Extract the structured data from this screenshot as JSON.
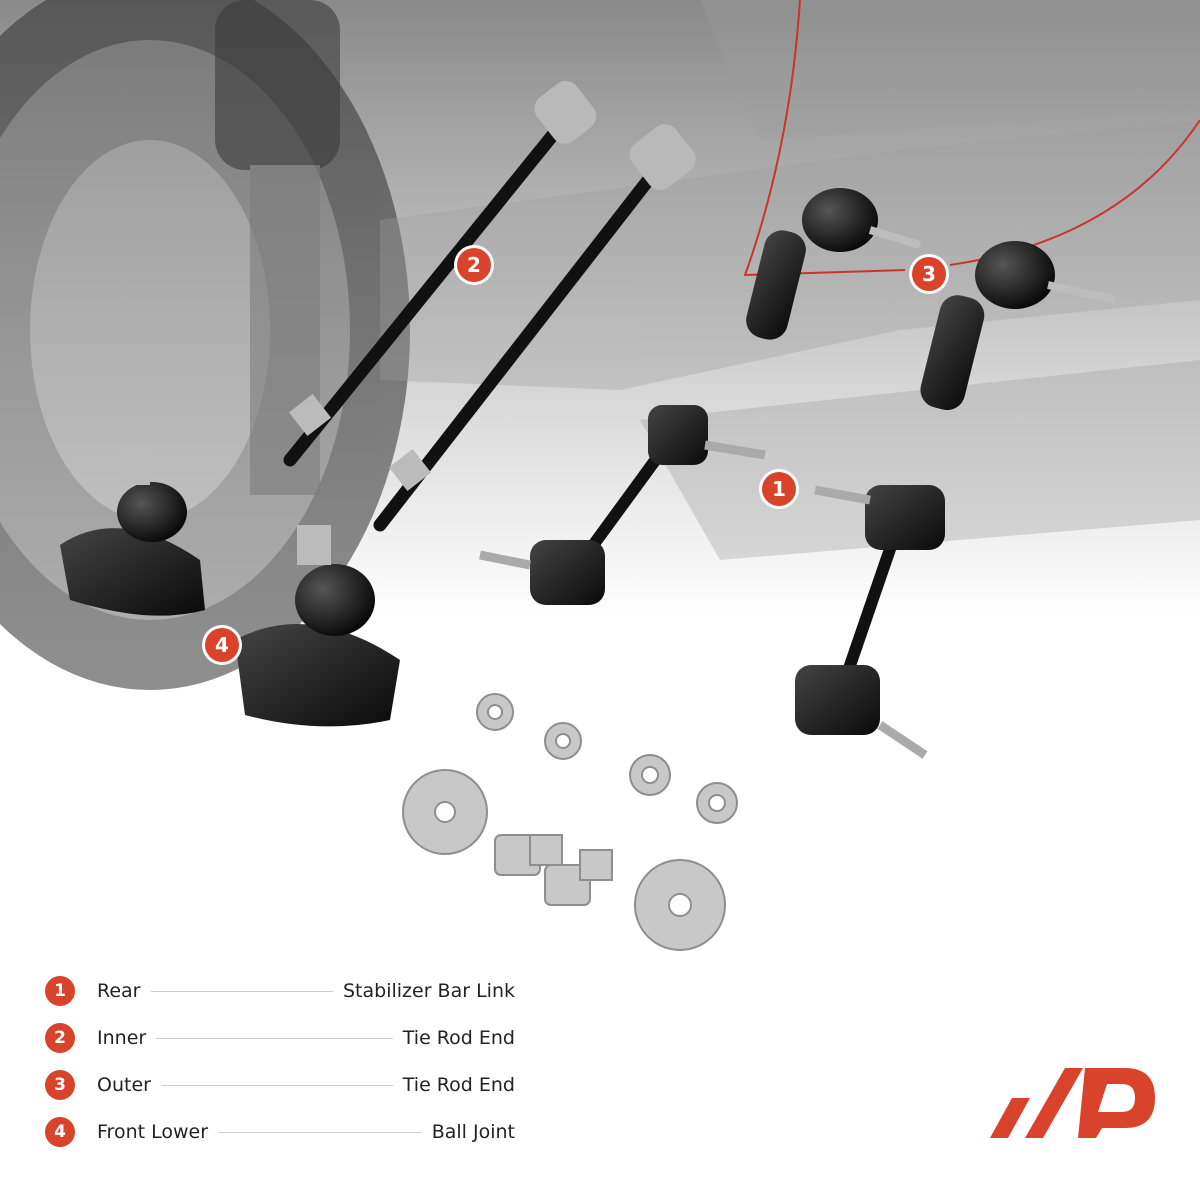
{
  "callouts": [
    {
      "num": "1"
    },
    {
      "num": "2"
    },
    {
      "num": "3"
    },
    {
      "num": "4"
    }
  ],
  "legend": [
    {
      "num": "1",
      "left": "Rear",
      "right": "Stabilizer Bar Link"
    },
    {
      "num": "2",
      "left": "Inner",
      "right": "Tie Rod End"
    },
    {
      "num": "3",
      "left": "Outer",
      "right": "Tie Rod End"
    },
    {
      "num": "4",
      "left": "Front Lower",
      "right": "Ball Joint"
    }
  ],
  "colors": {
    "accent": "#d9432b",
    "part": "#1a1a1a",
    "metal": "#c8c8c8"
  }
}
